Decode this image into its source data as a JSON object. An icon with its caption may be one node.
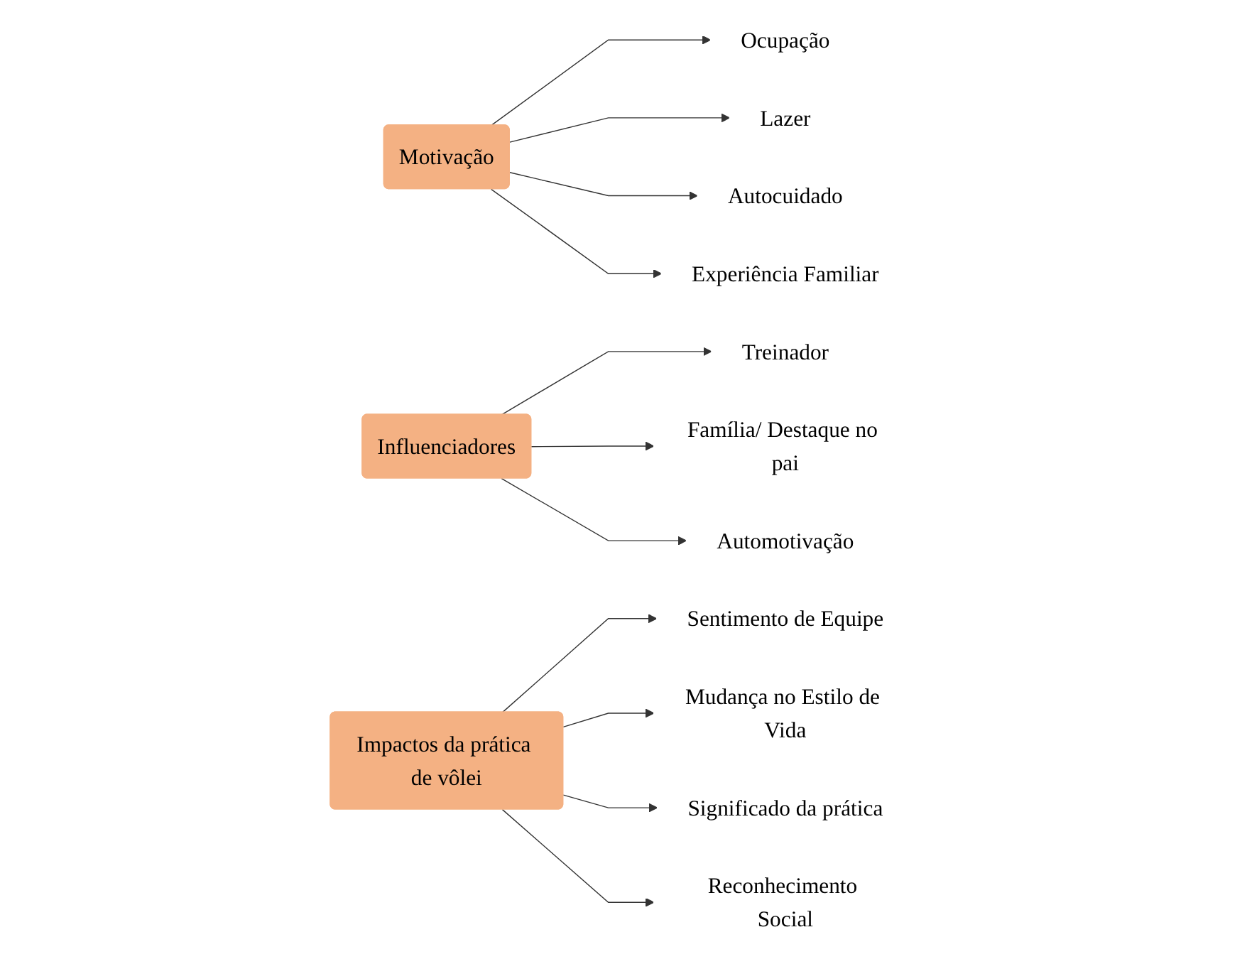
{
  "diagram": {
    "nodes": [
      {
        "text": [
          "Motivação"
        ]
      },
      {
        "text": [
          "Ocupação"
        ]
      },
      {
        "text": [
          "Lazer"
        ]
      },
      {
        "text": [
          "Autocuidado"
        ]
      },
      {
        "text": [
          "Experiência Familiar"
        ]
      },
      {
        "text": [
          "Influenciadores"
        ]
      },
      {
        "text": [
          "Treinador"
        ]
      },
      {
        "text": [
          "Família/ Destaque no pai"
        ]
      },
      {
        "text": [
          "Automotivação"
        ]
      },
      {
        "text": [
          "Impactos da prática de vôlei"
        ]
      },
      {
        "text": [
          "Sentimento de Equipe"
        ]
      },
      {
        "text": [
          "Mudança no Estilo de Vida"
        ]
      },
      {
        "text": [
          "Significado da prática"
        ]
      },
      {
        "text": [
          "Reconhecimento Social"
        ]
      }
    ],
    "edges": [
      {
        "from": 0,
        "to": 1,
        "arrow": "to"
      },
      {
        "from": 0,
        "to": 2,
        "arrow": "to"
      },
      {
        "from": 0,
        "to": 3,
        "arrow": "to"
      },
      {
        "from": 0,
        "to": 4,
        "arrow": "to"
      },
      {
        "from": 5,
        "to": 6,
        "arrow": "to"
      },
      {
        "from": 5,
        "to": 7,
        "arrow": "to"
      },
      {
        "from": 5,
        "to": 8,
        "arrow": "to"
      },
      {
        "from": 9,
        "to": 10,
        "arrow": "to"
      },
      {
        "from": 9,
        "to": 11,
        "arrow": "to"
      },
      {
        "from": 9,
        "to": 12,
        "arrow": "to"
      },
      {
        "from": 9,
        "to": 13,
        "arrow": "to"
      }
    ]
  }
}
